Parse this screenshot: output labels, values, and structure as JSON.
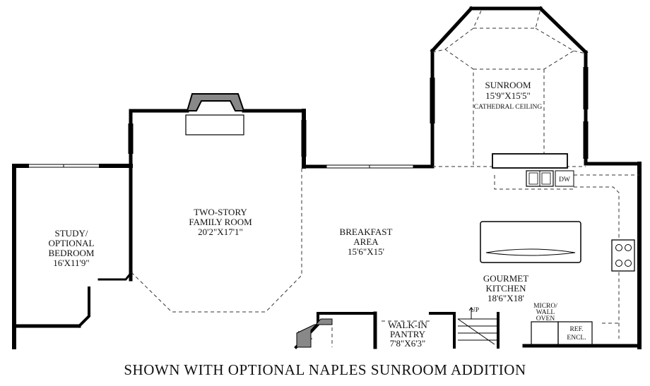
{
  "rooms": {
    "sunroom": {
      "name": "SUNROOM",
      "dims": "15'9\"X15'5\"",
      "note": "CATHEDRAL CEILING"
    },
    "family_room": {
      "name_line1": "TWO-STORY",
      "name_line2": "FAMILY ROOM",
      "dims": "20'2\"X17'1\""
    },
    "study": {
      "name_line1": "STUDY/",
      "name_line2": "OPTIONAL",
      "name_line3": "BEDROOM",
      "dims": "16'X11'9\""
    },
    "breakfast": {
      "name_line1": "BREAKFAST",
      "name_line2": "AREA",
      "dims": "15'6\"X15'"
    },
    "kitchen": {
      "name_line1": "GOURMET",
      "name_line2": "KITCHEN",
      "dims": "18'6\"X18'"
    },
    "pantry": {
      "name_line1": "WALK-IN",
      "name_line2": "PANTRY",
      "dims": "7'8\"X6'3\""
    }
  },
  "fixtures": {
    "dishwasher": "DW",
    "stairs_up": "UP",
    "micro_line1": "MICRO/",
    "micro_line2": "WALL",
    "micro_line3": "OVEN",
    "ref_line1": "REF.",
    "ref_line2": "ENCL."
  },
  "caption": "SHOWN WITH OPTIONAL NAPLES SUNROOM ADDITION"
}
